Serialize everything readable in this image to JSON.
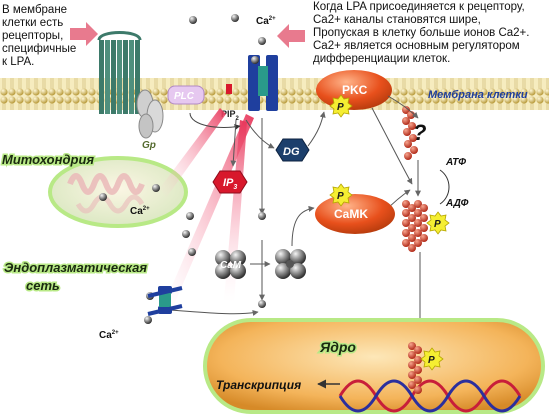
{
  "annotations": {
    "membrane_receptors": "В мембране\nклетки есть\nрецепторы,\nспецифичные\nк LPA.",
    "calcium_channels": "Когда LPA присоединяется к рецептору,\nCa2+ каналы становятся шире,\nПропуская в клетку больше ионов Ca2+.\nCa2+ является основным регулятором\nдифференциации клеток."
  },
  "labels": {
    "ca_ion": "Ca",
    "ca_charge": "2+",
    "membrane": "Мембрана клетки",
    "plc": "PLC",
    "gp": "Gp",
    "pip": "PIP",
    "pip_sub": "2",
    "dg": "DG",
    "ip": "IP",
    "ip_sub": "3",
    "pkc": "PKC",
    "camk": "CaMK",
    "phospho": "P",
    "question": "?",
    "atp": "АТФ",
    "adp": "АДФ",
    "mitochondria": "Митохондрия",
    "er_line1": "Эндоплазматическая",
    "er_line2": "сеть",
    "cam": "CaM",
    "nucleus": "Ядро",
    "transcription": "Транскрипция"
  },
  "colors": {
    "membrane_band": "#f3e6a6",
    "receptor": "#3d7a6a",
    "channel_blue": "#1f3f9e",
    "channel_teal": "#2a9a8a",
    "enzyme_orange": "#e8501c",
    "phospho_yellow": "#f5ee32",
    "label_green": "#b8e986",
    "dg_navy": "#1c3f6c",
    "ip3_red": "#d8182c",
    "nucleus_orange": "#f4b45a",
    "protein_red": "#cc3522",
    "accent_pink": "#e83b5c"
  }
}
